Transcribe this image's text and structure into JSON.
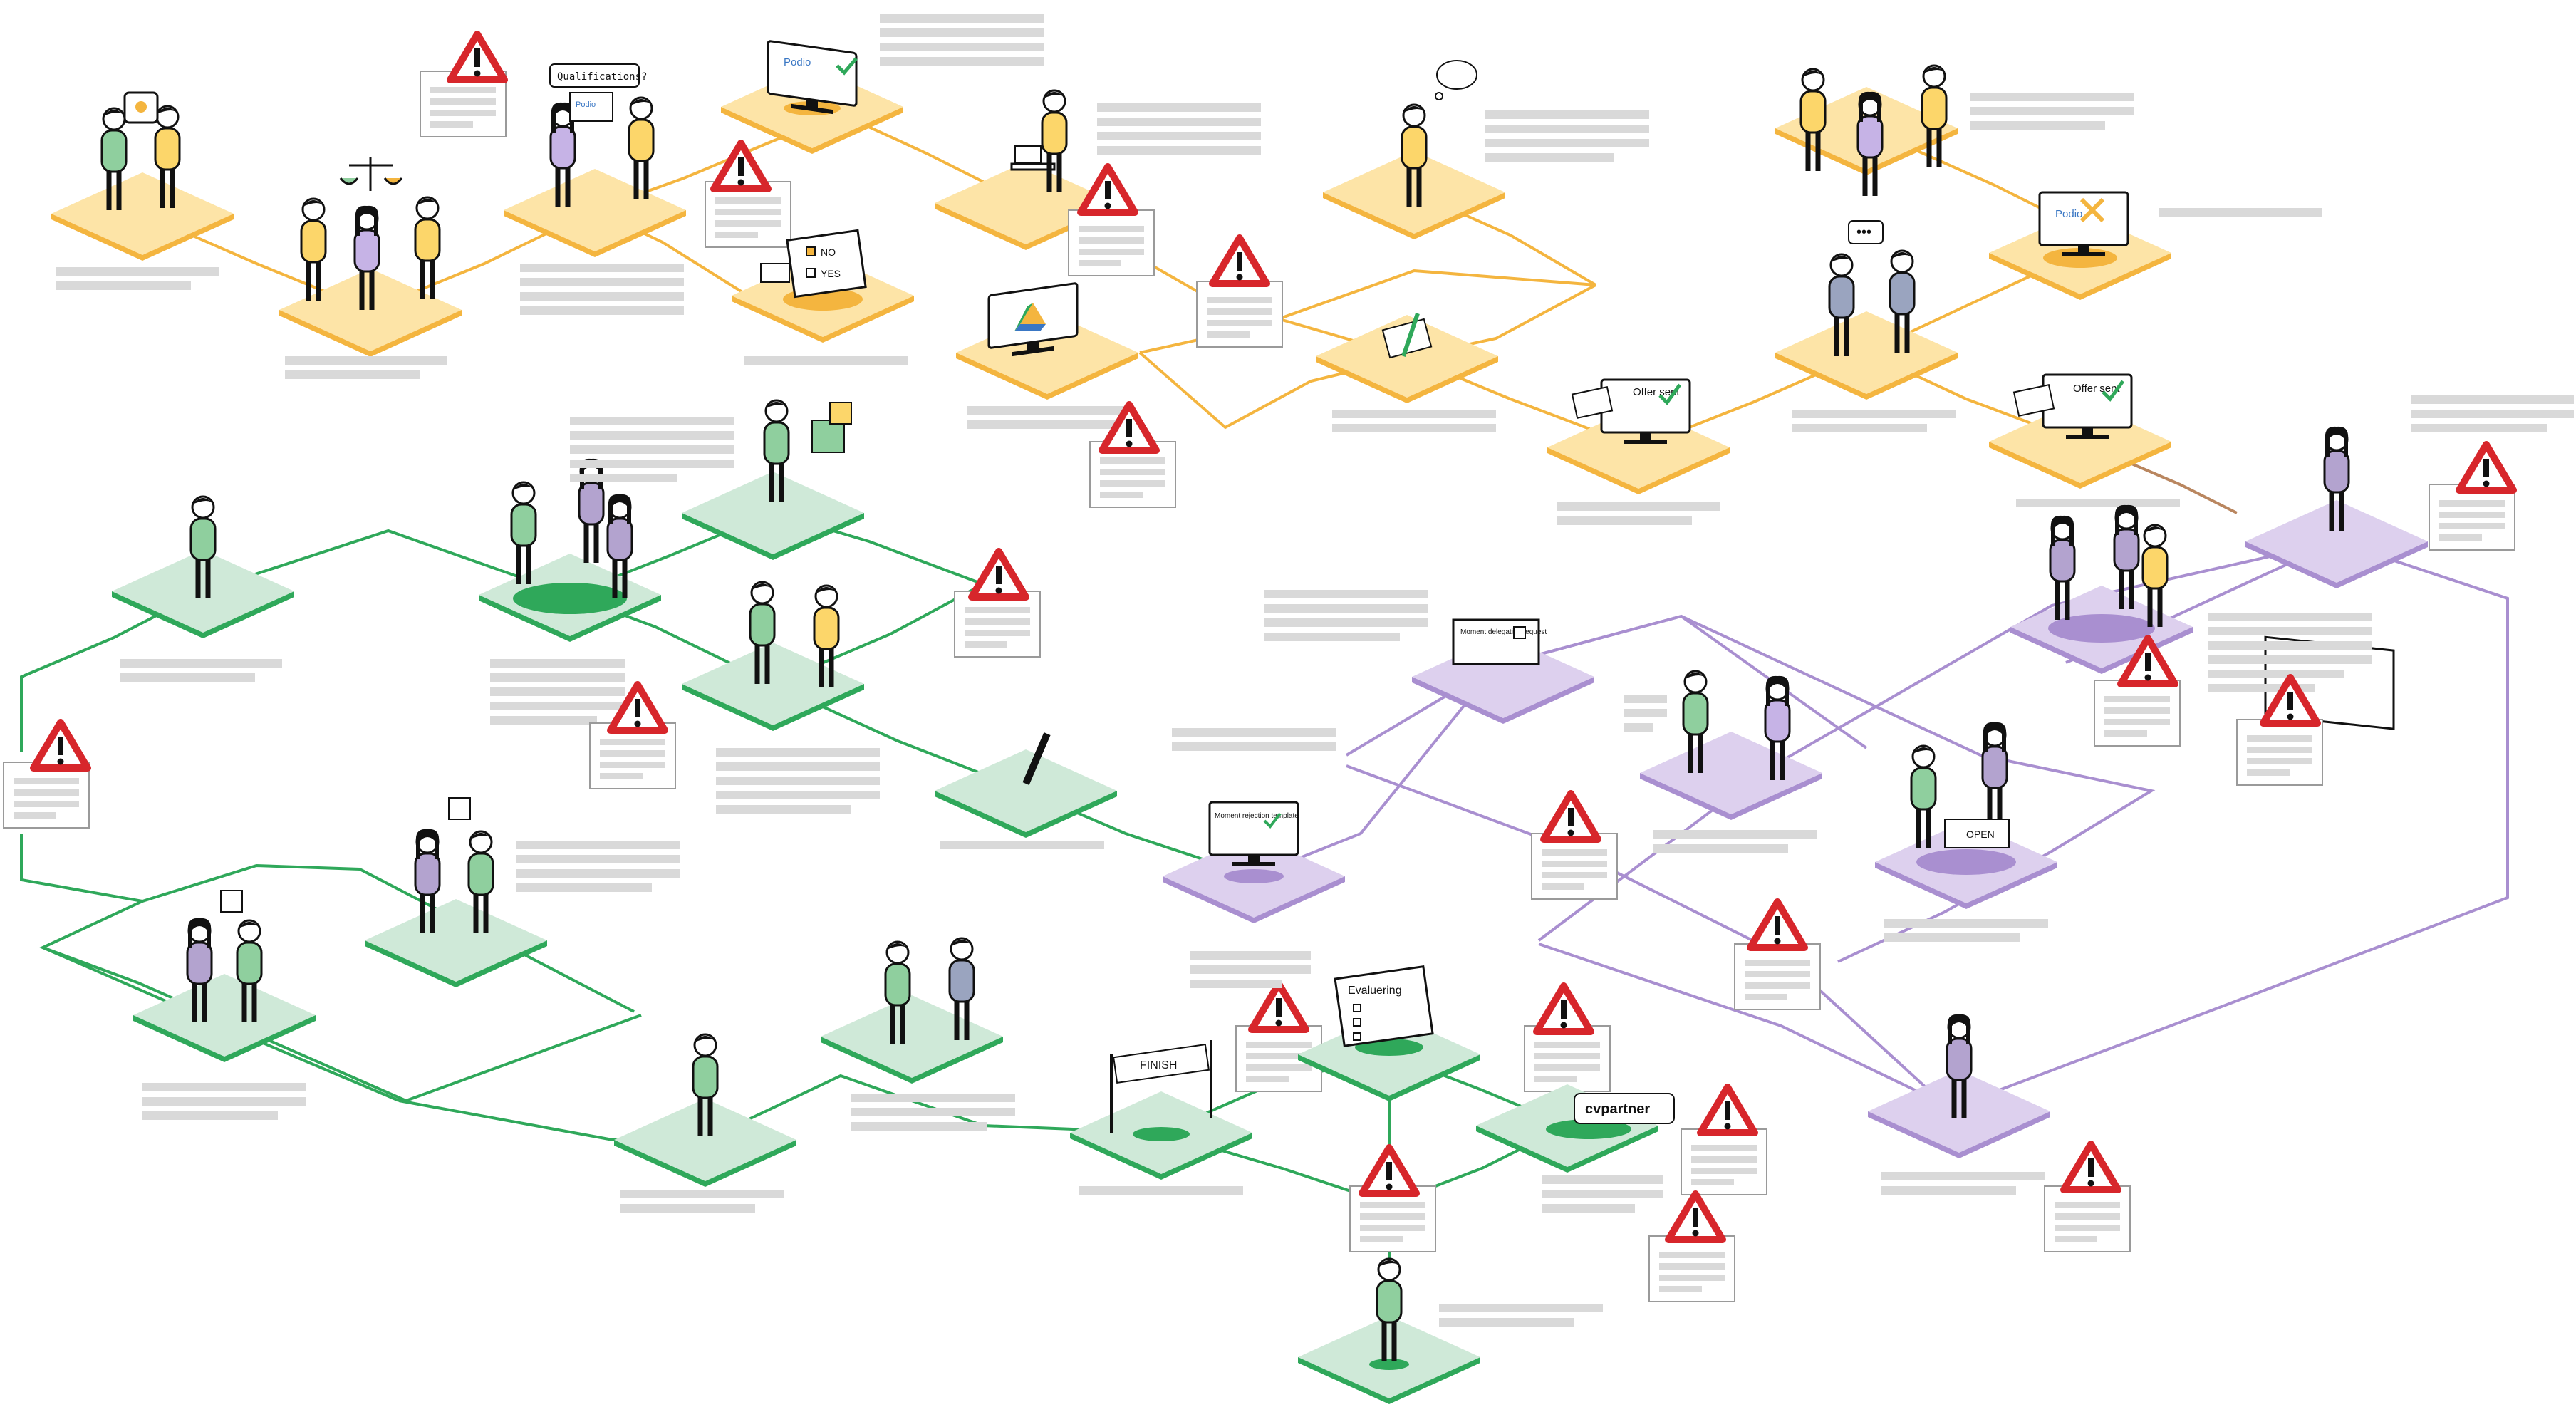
{
  "colors": {
    "yellow": "#f4b53f",
    "yellow_fill": "#fde4a7",
    "green": "#2fa85a",
    "green_fill": "#cfe9d8",
    "purple": "#a98fd0",
    "purple_fill": "#ddd0ee",
    "warning_red": "#d7262b",
    "placeholder_gray": "#d9d9d9"
  },
  "screen_labels": {
    "podio_a": "Podio",
    "podio_b": "Podio",
    "podio_c": "Podio",
    "qualifications": "Qualifications?",
    "choice_no": "NO",
    "choice_yes": "YES",
    "offer_sent_a": "Offer sent",
    "offer_sent_b": "Offer sent",
    "moment_delegation": "Moment delegation request",
    "moment_rejection": "Moment rejection template",
    "open_label": "OPEN",
    "finish_banner": "FINISH",
    "evaluation_title": "Evaluering",
    "cvpartner_logo": "cvpartner"
  },
  "icons": {
    "warning": "warning-triangle-icon",
    "google_drive": "google-drive-icon",
    "pen": "pen-icon",
    "puzzle": "puzzle-piece-icon",
    "check": "checkmark-icon",
    "envelope": "envelope-icon"
  }
}
